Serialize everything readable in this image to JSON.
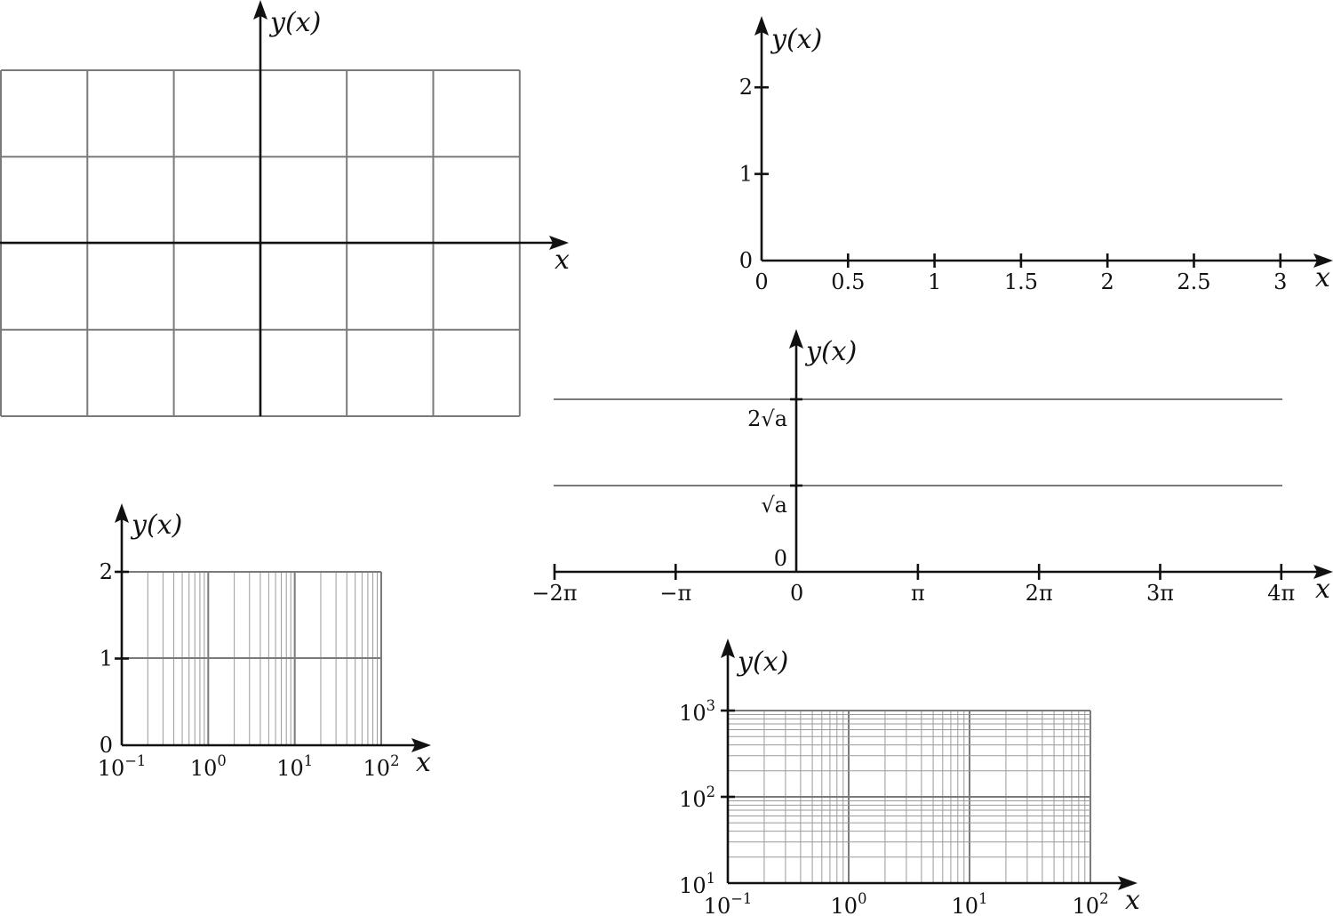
{
  "panels": {
    "grid": {
      "y_label": "y(x)",
      "x_label": "x"
    },
    "linear": {
      "y_label": "y(x)",
      "x_label": "x",
      "x_ticks": [
        "0",
        "0.5",
        "1",
        "1.5",
        "2",
        "2.5",
        "3"
      ],
      "y_ticks": [
        "0",
        "1",
        "2"
      ]
    },
    "trig": {
      "y_label": "y(x)",
      "x_label": "x",
      "x_ticks": [
        "−2π",
        "−π",
        "0",
        "π",
        "2π",
        "3π",
        "4π"
      ],
      "y_ticks": [
        "0",
        "√a",
        "2√a"
      ]
    },
    "semilog": {
      "y_label": "y(x)",
      "x_label": "x",
      "x_ticks": [
        {
          "base": "10",
          "exp": "−1"
        },
        {
          "base": "10",
          "exp": "0"
        },
        {
          "base": "10",
          "exp": "1"
        },
        {
          "base": "10",
          "exp": "2"
        }
      ],
      "y_ticks": [
        "0",
        "1",
        "2"
      ]
    },
    "loglog": {
      "y_label": "y(x)",
      "x_label": "x",
      "x_ticks": [
        {
          "base": "10",
          "exp": "−1"
        },
        {
          "base": "10",
          "exp": "0"
        },
        {
          "base": "10",
          "exp": "1"
        },
        {
          "base": "10",
          "exp": "2"
        }
      ],
      "y_ticks": [
        {
          "base": "10",
          "exp": "1"
        },
        {
          "base": "10",
          "exp": "2"
        },
        {
          "base": "10",
          "exp": "3"
        }
      ]
    }
  }
}
